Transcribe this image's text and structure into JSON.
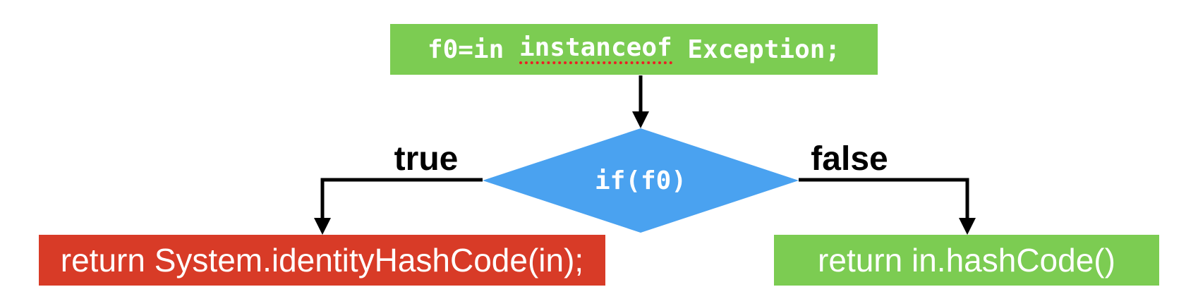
{
  "colors": {
    "node_green": "#7CCC52",
    "node_blue": "#4AA2F0",
    "node_red": "#D83B27",
    "arrow_black": "#000000",
    "spellcheck_underline_red": "#ED1C24",
    "node_text_white": "#FFFFFF"
  },
  "nodes": {
    "assign": {
      "code_pre": "f0=in ",
      "code_misspelled": "instanceof",
      "code_post": " Exception;"
    },
    "decision": {
      "label": "if(f0)"
    },
    "true_result": {
      "label": "return System.identityHashCode(in);"
    },
    "false_result": {
      "label": "return in.hashCode()"
    }
  },
  "edges": {
    "true_label": "true",
    "false_label": "false"
  }
}
